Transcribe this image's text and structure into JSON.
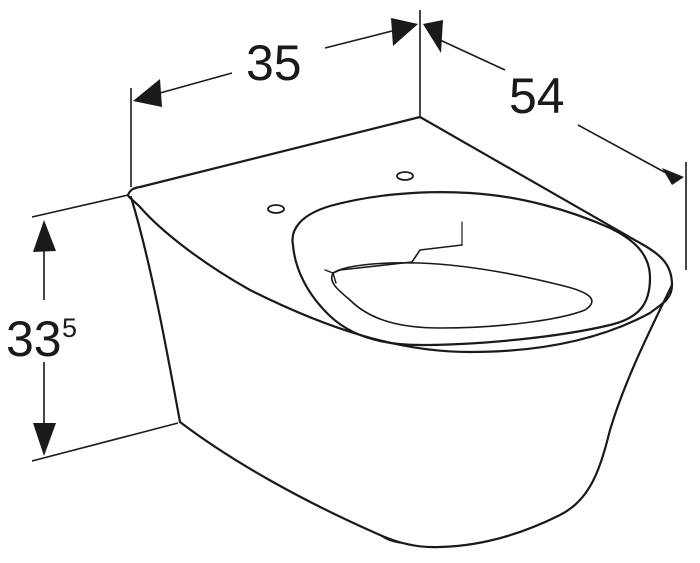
{
  "dimensions": {
    "width": "35",
    "depth": "54",
    "height_main": "33",
    "height_fraction": "5"
  },
  "colors": {
    "line": "#1a1a1a",
    "background": "#ffffff"
  }
}
